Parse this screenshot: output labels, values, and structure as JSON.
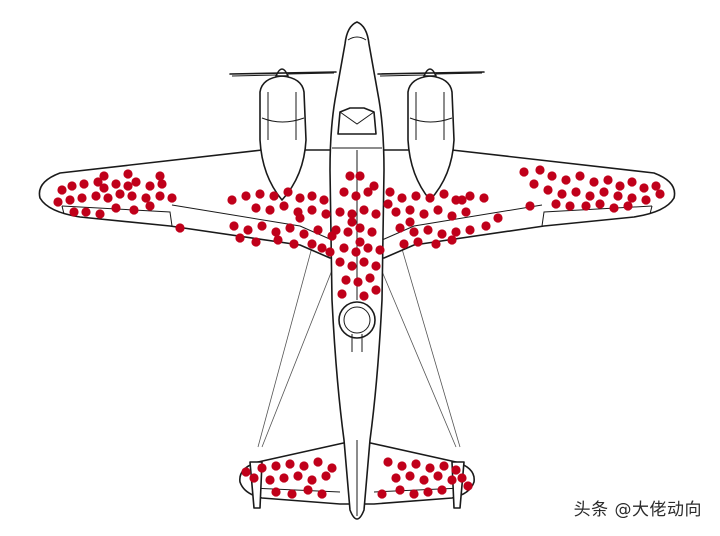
{
  "watermark": {
    "text": "头条 @大佬动向"
  },
  "colors": {
    "bullet_hole": "#c0001a",
    "outline": "#1a1a1a",
    "background": "#ffffff"
  },
  "illustration": {
    "subject": "airplane-top-view",
    "marker": "bullet-hole-dot"
  }
}
